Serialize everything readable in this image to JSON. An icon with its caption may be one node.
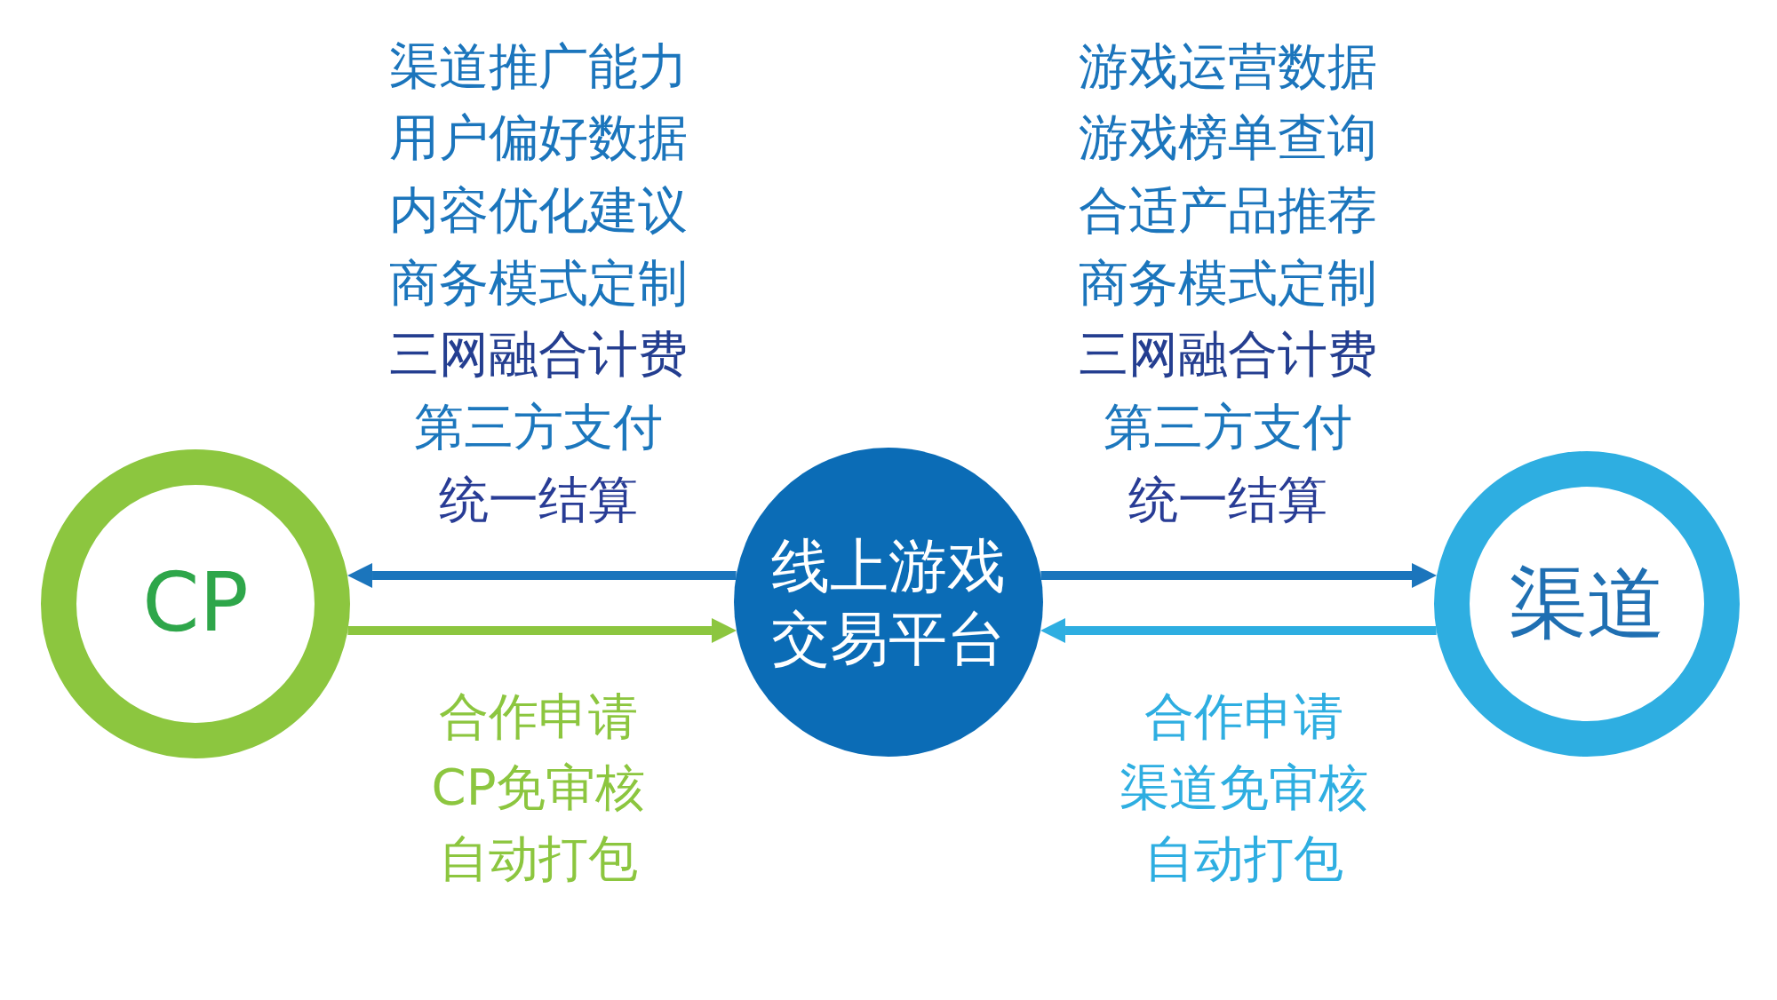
{
  "diagram": {
    "nodes": [
      {
        "text": [
          "CP"
        ]
      },
      {
        "text": [
          "线上游戏交易平台"
        ]
      },
      {
        "text": [
          "渠道"
        ]
      }
    ],
    "edges": [
      {
        "from": 1,
        "to": 0,
        "arrow": "to",
        "color": "#1b75bc"
      },
      {
        "from": 0,
        "to": 1,
        "arrow": "to",
        "color": "#8cc63f"
      },
      {
        "from": 1,
        "to": 2,
        "arrow": "to",
        "color": "#1b75bc"
      },
      {
        "from": 2,
        "to": 1,
        "arrow": "to",
        "color": "#2eaee1"
      }
    ],
    "labels": [
      "渠道推广能力",
      "用户偏好数据",
      "内容优化建议",
      "商务模式定制",
      "三网融合计费",
      "第三方支付",
      "统一结算",
      "游戏运营数据",
      "游戏榜单查询",
      "合适产品推荐",
      "商务模式定制",
      "三网融合计费",
      "第三方支付",
      "统一结算",
      "合作申请",
      "CP免审核",
      "自动打包",
      "合作申请",
      "渠道免审核",
      "自动打包"
    ]
  }
}
